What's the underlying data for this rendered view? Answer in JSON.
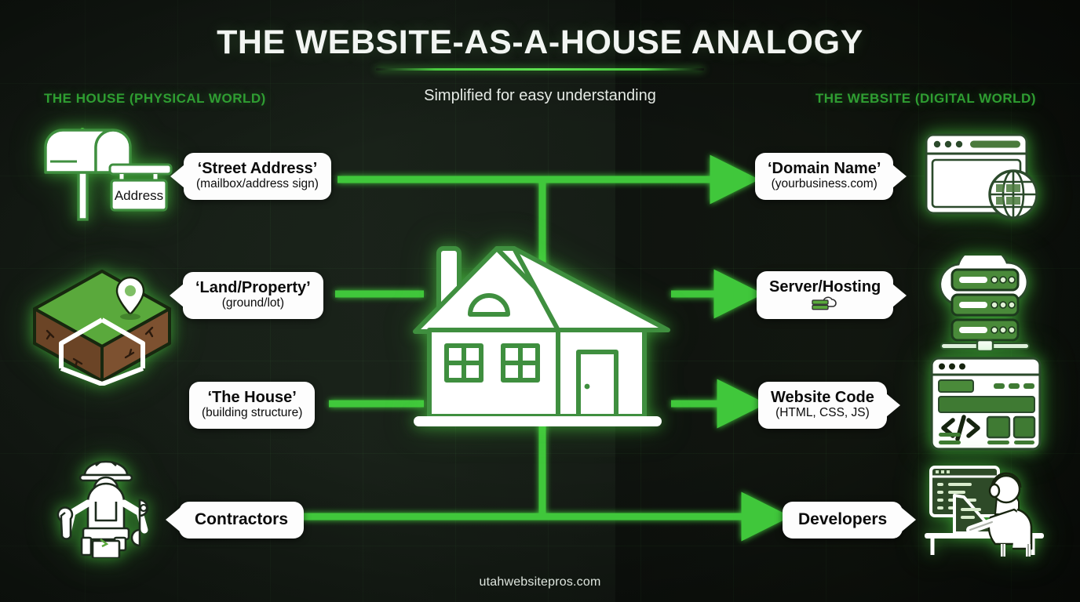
{
  "header": {
    "title": "THE WEBSITE-AS-A-HOUSE ANALOGY",
    "subtitle": "Simplified for easy understanding",
    "left_column_heading": "THE HOUSE (PHYSICAL WORLD)",
    "right_column_heading": "THE WEBSITE (DIGITAL WORLD)"
  },
  "footer": {
    "site": "utahwebsitepros.com"
  },
  "colors": {
    "accent_green": "#3fc73a",
    "heading_green": "#2f9e32",
    "box_white": "#fdfdfd",
    "background_dark": "#141a14",
    "soil_brown": "#8a5a33",
    "grass_green": "#5aa93c"
  },
  "left_items": [
    {
      "title": "‘Street Address’",
      "subtitle": "(mailbox/address sign)",
      "icon": "mailbox-icon",
      "icon_label": "Address"
    },
    {
      "title": "‘Land/Property’",
      "subtitle": "(ground/lot)",
      "icon": "land-plot-icon",
      "icon_label": ""
    },
    {
      "title": "‘The House’",
      "subtitle": "(building structure)",
      "icon": "",
      "icon_label": ""
    },
    {
      "title": "Contractors",
      "subtitle": "",
      "icon": "contractor-icon",
      "icon_label": ""
    }
  ],
  "right_items": [
    {
      "title": "‘Domain Name’",
      "subtitle": "(yourbusiness.com)",
      "icon": "browser-globe-icon"
    },
    {
      "title": "Server/Hosting",
      "subtitle": "",
      "icon": "cloud-server-icon",
      "inline_icon": "server-rack-icon"
    },
    {
      "title": "Website Code",
      "subtitle": "(HTML, CSS, JS)",
      "icon": "code-browser-icon"
    },
    {
      "title": "Developers",
      "subtitle": "",
      "icon": "developer-desk-icon"
    }
  ],
  "center": {
    "icon": "house-icon"
  }
}
